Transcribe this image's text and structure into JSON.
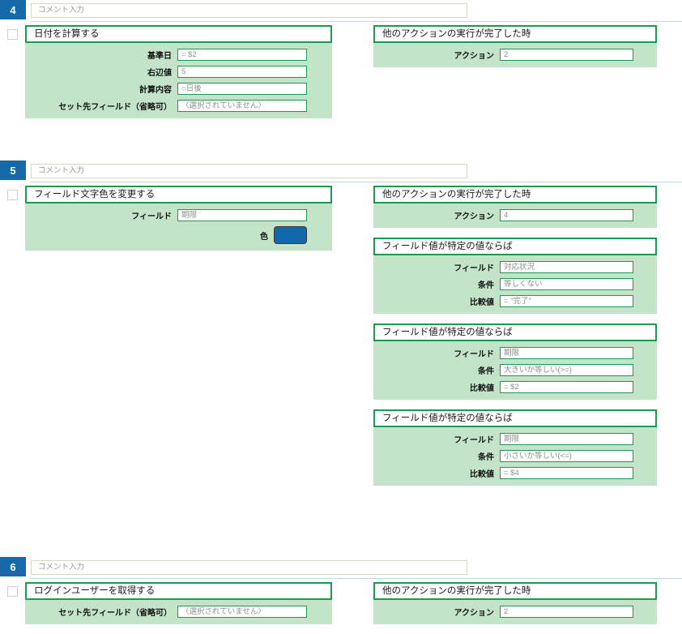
{
  "ui": {
    "comment_placeholder": "コメント入力",
    "accent_step_badge": "#1569a8",
    "card_border_green": "#1a9b4f",
    "card_body_green": "#c3e4c8",
    "divider_blue": "#bcd9e8"
  },
  "steps": [
    {
      "number": "4",
      "comment": "コメント入力",
      "left_cards": [
        {
          "title": "日付を計算する",
          "fields": [
            {
              "label": "基準日",
              "value": "= $2"
            },
            {
              "label": "右辺値",
              "value": "5"
            },
            {
              "label": "計算内容",
              "value": "○日後"
            },
            {
              "label": "セット先フィールド（省略可）",
              "value": "〈選択されていません〉"
            }
          ]
        }
      ],
      "right_cards": [
        {
          "title": "他のアクションの実行が完了した時",
          "fields": [
            {
              "label": "アクション",
              "value": "2"
            }
          ]
        }
      ]
    },
    {
      "number": "5",
      "comment": "コメント入力",
      "left_cards": [
        {
          "title": "フィールド文字色を変更する",
          "fields": [
            {
              "label": "フィールド",
              "value": "期限"
            },
            {
              "label": "色",
              "value": "",
              "type": "color",
              "color": "#1168ab"
            }
          ]
        }
      ],
      "right_cards": [
        {
          "title": "他のアクションの実行が完了した時",
          "fields": [
            {
              "label": "アクション",
              "value": "4"
            }
          ]
        },
        {
          "title": "フィールド値が特定の値ならば",
          "fields": [
            {
              "label": "フィールド",
              "value": "対応状況"
            },
            {
              "label": "条件",
              "value": "等しくない"
            },
            {
              "label": "比較値",
              "value": "= \"完了\""
            }
          ]
        },
        {
          "title": "フィールド値が特定の値ならば",
          "fields": [
            {
              "label": "フィールド",
              "value": "期限"
            },
            {
              "label": "条件",
              "value": "大きいか等しい(>=)"
            },
            {
              "label": "比較値",
              "value": "= $2"
            }
          ]
        },
        {
          "title": "フィールド値が特定の値ならば",
          "fields": [
            {
              "label": "フィールド",
              "value": "期限"
            },
            {
              "label": "条件",
              "value": "小さいか等しい(<=)"
            },
            {
              "label": "比較値",
              "value": "= $4"
            }
          ]
        }
      ]
    },
    {
      "number": "6",
      "comment": "コメント入力",
      "left_cards": [
        {
          "title": "ログインユーザーを取得する",
          "fields": [
            {
              "label": "セット先フィールド（省略可）",
              "value": "〈選択されていません〉"
            }
          ]
        }
      ],
      "right_cards": [
        {
          "title": "他のアクションの実行が完了した時",
          "fields": [
            {
              "label": "アクション",
              "value": "2"
            }
          ]
        }
      ]
    }
  ]
}
